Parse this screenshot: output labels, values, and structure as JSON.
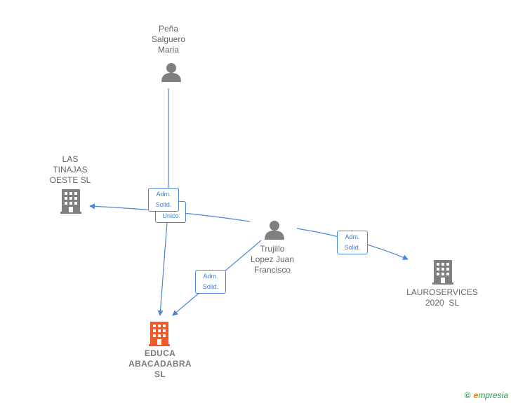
{
  "nodes": {
    "pena": {
      "lines": [
        "Peña",
        "Salguero",
        "Maria"
      ],
      "type": "person"
    },
    "las_tinajas": {
      "lines": [
        "LAS",
        "TINAJAS",
        "OESTE SL"
      ],
      "type": "company"
    },
    "trujillo": {
      "lines": [
        "Trujillo",
        "Lopez Juan",
        "Francisco"
      ],
      "type": "person"
    },
    "lauroservices": {
      "lines": [
        "LAUROSERVICES",
        "2020  SL"
      ],
      "type": "company"
    },
    "educa": {
      "lines": [
        "EDUCA",
        "ABACADABRA",
        "SL"
      ],
      "type": "company-main"
    }
  },
  "edge_labels": {
    "pena_educa": [
      "Adm.",
      "Solid."
    ],
    "trujillo_tinajas": [
      "Unico"
    ],
    "trujillo_lauro": [
      "Adm.",
      "Solid."
    ],
    "trujillo_educa": [
      "Adm.",
      "Solid."
    ]
  },
  "colors": {
    "edge": "#4a86d8",
    "person_icon": "#7f7f7f",
    "company_icon": "#7f7f7f",
    "main_company_icon": "#f05a28"
  },
  "icons": {
    "person": "person-icon",
    "company": "building-icon"
  },
  "brand": {
    "copyright": "©",
    "initial": "e",
    "rest": "mpresia"
  }
}
